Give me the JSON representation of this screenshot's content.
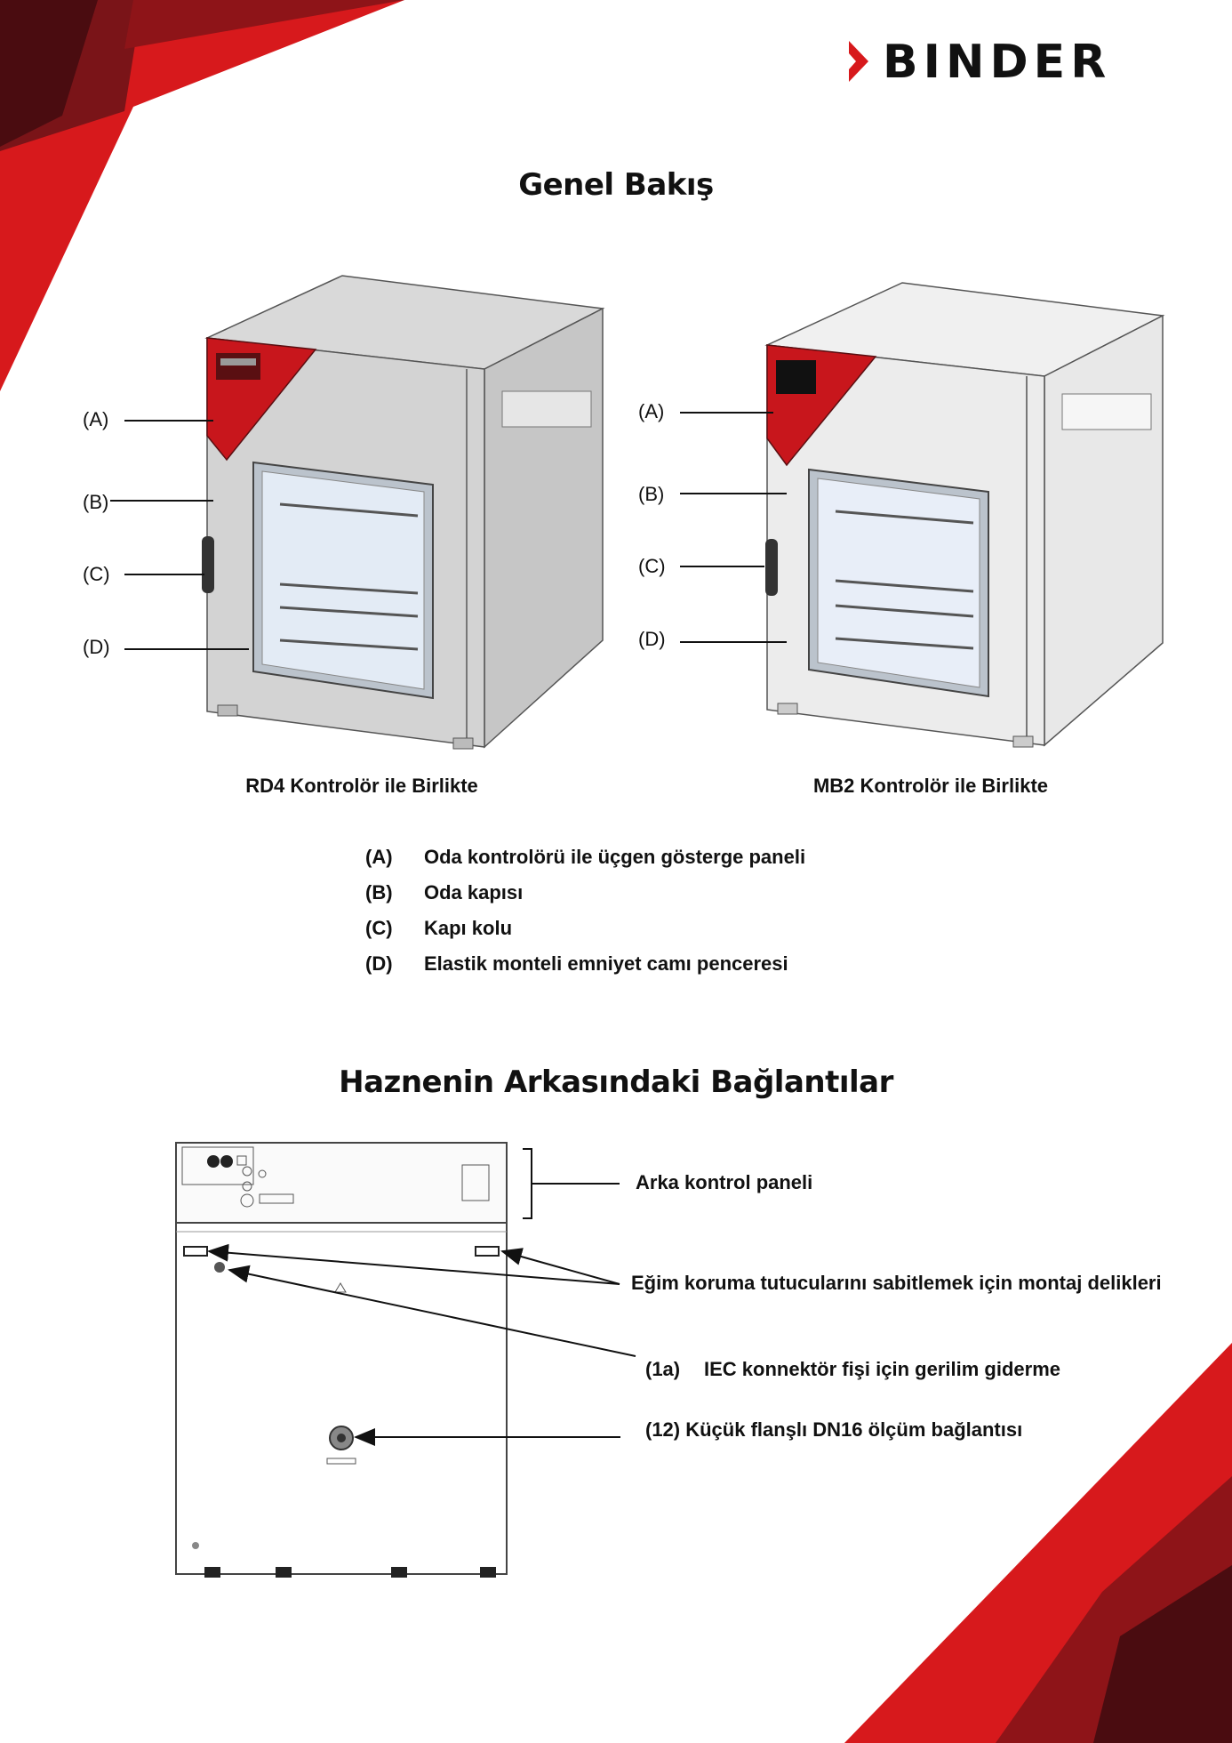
{
  "brand": {
    "name": "BINDER",
    "accent": "#d7191c",
    "dark_red": "#5a0f12"
  },
  "overview": {
    "title": "Genel Bakış",
    "left_caption": "RD4 Kontrolör ile Birlikte",
    "right_caption": "MB2 Kontrolör ile Birlikte",
    "callouts_left": [
      "(A)",
      "(B)",
      "(C)",
      "(D)"
    ],
    "callouts_right": [
      "(A)",
      "(B)",
      "(C)",
      "(D)"
    ],
    "legend": [
      {
        "key": "(A)",
        "text": "Oda kontrolörü ile üçgen gösterge paneli"
      },
      {
        "key": "(B)",
        "text": "Oda kapısı"
      },
      {
        "key": "(C)",
        "text": "Kapı kolu"
      },
      {
        "key": "(D)",
        "text": "Elastik monteli emniyet camı penceresi"
      }
    ]
  },
  "rear": {
    "title": "Haznenin Arkasındaki Bağlantılar",
    "labels": {
      "control_panel": "Arka kontrol paneli",
      "mounting_holes": "Eğim koruma tutucularını sabitlemek için montaj delikleri",
      "strain_relief_key": "(1a)",
      "strain_relief": "IEC konnektör fişi için gerilim giderme",
      "flange": "(12) Küçük flanşlı DN16 ölçüm bağlantısı"
    }
  }
}
